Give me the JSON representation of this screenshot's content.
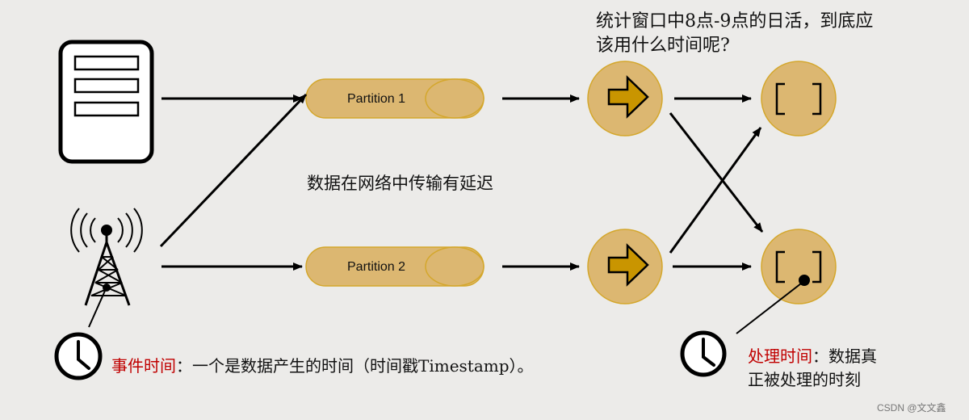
{
  "question": {
    "line1": "统计窗口中8点-9点的日活，到底应",
    "line2": "该用什么时间呢?"
  },
  "partitions": [
    {
      "label": "Partition 1"
    },
    {
      "label": "Partition 2"
    }
  ],
  "network_note": "数据在网络中传输有延迟",
  "event_time": {
    "term": "事件时间",
    "description": "：一个是数据产生的时间（时间戳Timestamp）。"
  },
  "processing_time": {
    "term": "处理时间",
    "description_line1": "：数据真",
    "description_line2": "正被处理的时刻"
  },
  "watermark": "CSDN @文文鑫",
  "colors": {
    "background": "#ecebe9",
    "node_fill": "#dcb771",
    "node_stroke": "#d4a72c",
    "arrow_fill": "#c99500",
    "highlight_text": "#c00000"
  }
}
